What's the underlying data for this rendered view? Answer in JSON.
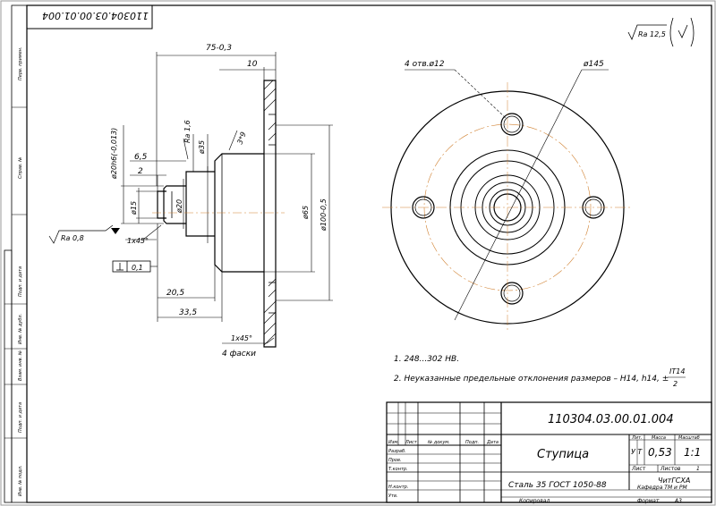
{
  "document": {
    "rotated_code": "110304.03.00.01.004",
    "roughness_general": "Ra 12,5",
    "notes": [
      "1. 248...302 HB.",
      "2. Неуказанные предельные отклонения размеров – H14, h14, ±",
      "IT14",
      "2"
    ]
  },
  "side_view": {
    "dimensions": {
      "overall_length": "75-0,3",
      "flange_thickness": "10",
      "shaft_end_dia": "ø20h6(-0,013)",
      "length_6_5": "6,5",
      "groove_2": "2",
      "ra_16": "Ra 1,6",
      "dia_35": "ø35",
      "chamfer_3x9": "3*9",
      "dia_15": "ø15",
      "dia_20": "ø20",
      "ra_08": "Ra 0,8",
      "chamfer_1x45": "1x45°",
      "tolerance_box": "0,1",
      "len_20_5": "20,5",
      "len_33_5": "33,5",
      "dia_65": "ø65",
      "dia_flange": "ø100-0,5",
      "chamfers_bottom": "1x45°",
      "chamfers_count": "4 фаски"
    }
  },
  "front_view": {
    "holes_label": "4 отв.ø12",
    "pcd_label": "ø145"
  },
  "title_block": {
    "designation": "110304.03.00.01.004",
    "part_name": "Ступица",
    "material": "Сталь 35 ГОСТ 1050-88",
    "mass": "0,53",
    "scale": "1:1",
    "lit": "У Т",
    "col_lit": "Лит.",
    "col_mass": "Масса",
    "col_scale": "Масштаб",
    "sheet_label": "Лист",
    "sheets_label": "Листов",
    "sheets_count": "1",
    "organization": "ЧитГСХА",
    "department": "Кафедра ТМ и РМ",
    "copied": "Копировал",
    "format": "Формат",
    "format_value": "А3",
    "row_labels": [
      "Изм.",
      "Лист",
      "№ докум.",
      "Подп.",
      "Дата"
    ],
    "role_labels": [
      "Разраб.",
      "Пров.",
      "Т.контр.",
      "",
      "Н.контр.",
      "Утв."
    ]
  },
  "side_strip": {
    "labels": [
      "Перв. примен.",
      "Справ. №",
      "Подп. и дата",
      "Инв. № дубл.",
      "Взам. инв. №",
      "Подп. и дата",
      "Инв. № подл."
    ]
  }
}
